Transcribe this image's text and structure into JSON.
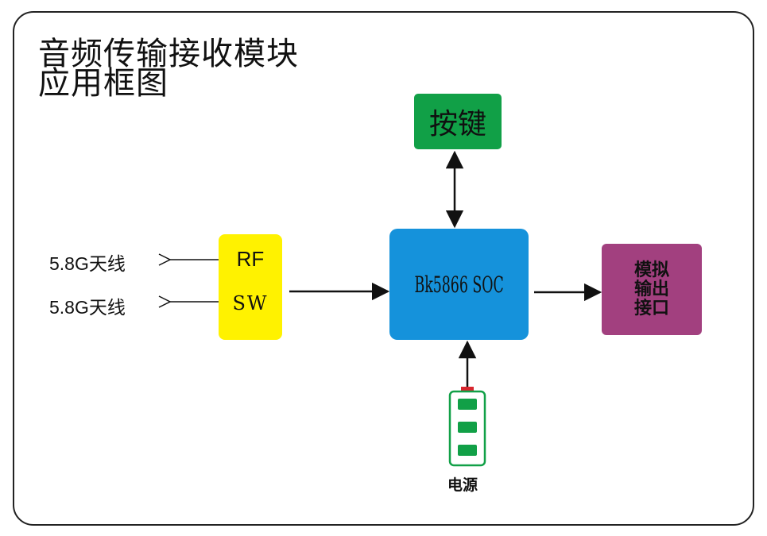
{
  "title": {
    "line1": "音频传输接收模块",
    "line2": "应用框图"
  },
  "nodes": {
    "keys": "按键",
    "soc": "Bk5866 SOC",
    "rf": "RF",
    "sw": "SW",
    "output": [
      "模拟",
      "输出",
      "接口"
    ],
    "power": "电源"
  },
  "antennas": [
    "5.8G天线",
    "5.8G天线"
  ],
  "colors": {
    "keys": "#11a047",
    "soc": "#1592db",
    "output": "#a2407f",
    "rf_switch": "#fff200",
    "battery_outline": "#11a047",
    "battery_cap": "#d8262e"
  },
  "battery": {
    "level_bars": 3
  }
}
